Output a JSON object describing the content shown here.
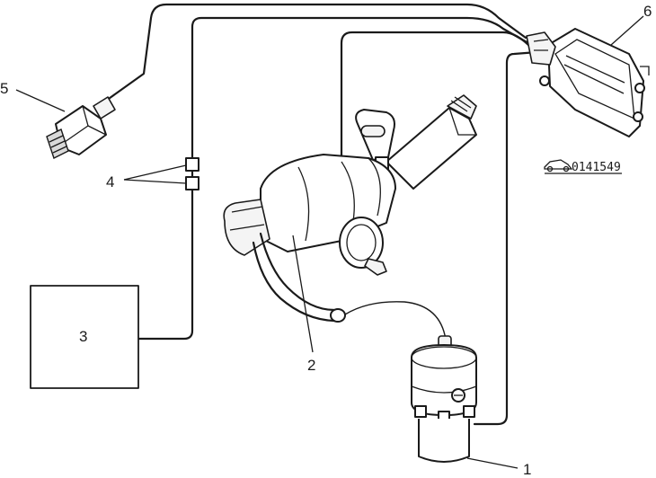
{
  "callouts": {
    "c1": "1",
    "c2": "2",
    "c3": "3",
    "c4": "4",
    "c5": "5",
    "c6": "6"
  },
  "figure_code": "0141549",
  "colors": {
    "line": "#1a1a1a",
    "background": "#ffffff",
    "shade": "#d9d9d9"
  }
}
